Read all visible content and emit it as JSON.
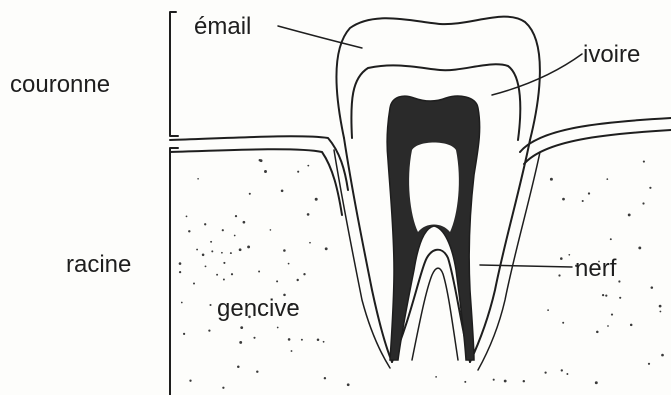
{
  "labels": {
    "enamel": "émail",
    "dentin": "ivoire",
    "crown": "couronne",
    "root": "racine",
    "nerve": "nerf",
    "gum": "gencive"
  },
  "colors": {
    "ink": "#1e1e1e",
    "pulp": "#2a2a2a",
    "background": "#fdfdfb"
  }
}
